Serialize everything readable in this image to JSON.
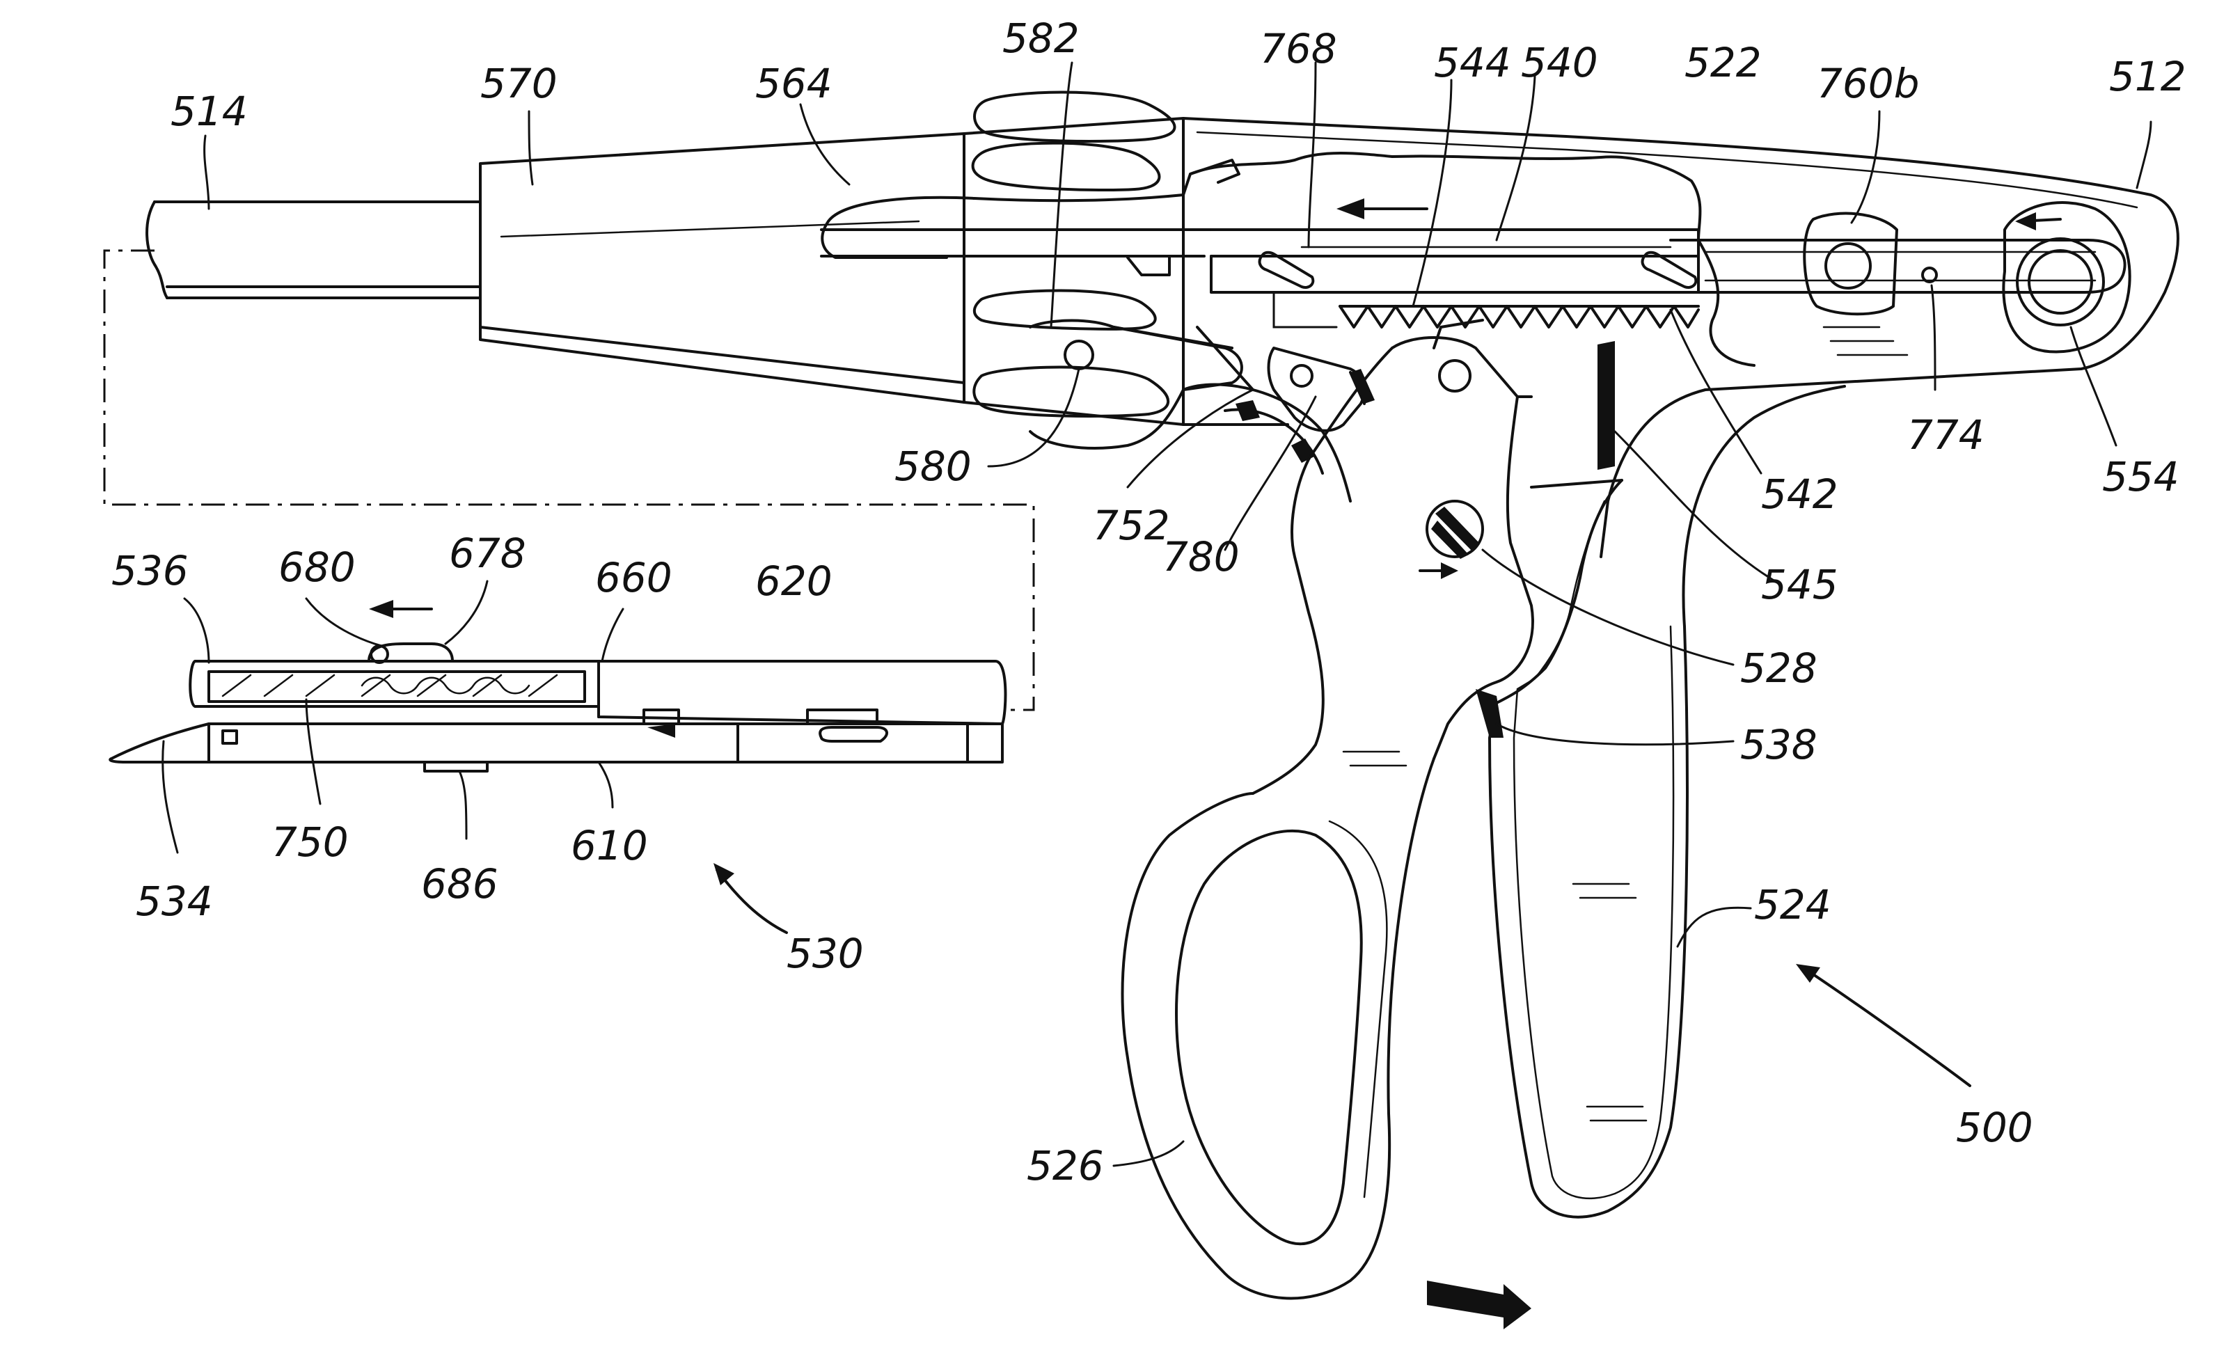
{
  "labels": {
    "l514": "514",
    "l570": "570",
    "l564": "564",
    "l582": "582",
    "l768": "768",
    "l544": "544",
    "l540": "540",
    "l522": "522",
    "l760b": "760b",
    "l512": "512",
    "l580": "580",
    "l752": "752",
    "l780": "780",
    "l542": "542",
    "l774": "774",
    "l554": "554",
    "l545": "545",
    "l528": "528",
    "l538": "538",
    "l524": "524",
    "l500": "500",
    "l526": "526",
    "l536": "536",
    "l680": "680",
    "l678": "678",
    "l660": "660",
    "l620": "620",
    "l750": "750",
    "l534": "534",
    "l686": "686",
    "l610": "610",
    "l530": "530"
  }
}
